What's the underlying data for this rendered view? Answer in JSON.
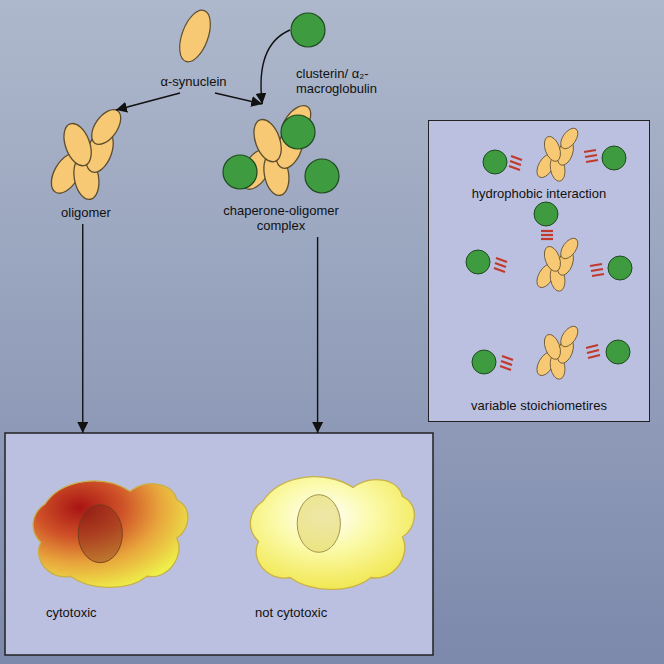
{
  "diagram": {
    "nodes": [
      {
        "text": [
          "α-synuclein"
        ]
      },
      {
        "text": [
          "clusterin/ α₂-macroglobulin"
        ]
      },
      {
        "text": [
          "oligomer"
        ]
      },
      {
        "text": [
          "chaperone-oligomer complex"
        ]
      },
      {
        "text": [
          "cytotoxic"
        ]
      },
      {
        "text": [
          "not cytotoxic"
        ]
      },
      {
        "text": [
          "hydrophobic interaction",
          "variable stoichiometires"
        ]
      }
    ],
    "edges": [
      {
        "from": 0,
        "to": 2,
        "arrow": "to"
      },
      {
        "from": 0,
        "to": 3,
        "arrow": "to"
      },
      {
        "from": 1,
        "to": 3,
        "arrow": "to"
      },
      {
        "from": 2,
        "to": 4,
        "arrow": "to"
      },
      {
        "from": 3,
        "to": 5,
        "arrow": "to"
      }
    ]
  }
}
